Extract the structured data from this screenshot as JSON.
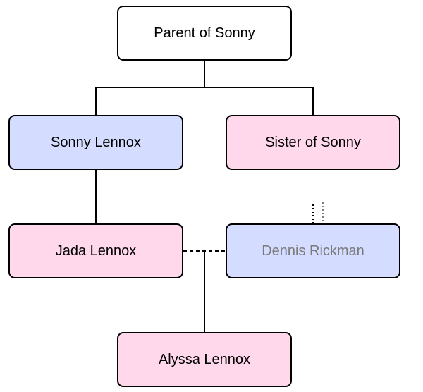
{
  "colors": {
    "male": "#d4dcff",
    "female": "#ffd8ec",
    "neutral": "#ffffff",
    "line": "#000000",
    "dim_text": "#7a7a7a"
  },
  "nodes": {
    "parent": {
      "label": "Parent of Sonny",
      "kind": "neutral"
    },
    "sonny": {
      "label": "Sonny Lennox",
      "kind": "male"
    },
    "sister": {
      "label": "Sister of Sonny",
      "kind": "female"
    },
    "jada": {
      "label": "Jada Lennox",
      "kind": "female"
    },
    "dennis": {
      "label": "Dennis Rickman",
      "kind": "male",
      "dimmed": true
    },
    "alyssa": {
      "label": "Alyssa Lennox",
      "kind": "female"
    }
  }
}
